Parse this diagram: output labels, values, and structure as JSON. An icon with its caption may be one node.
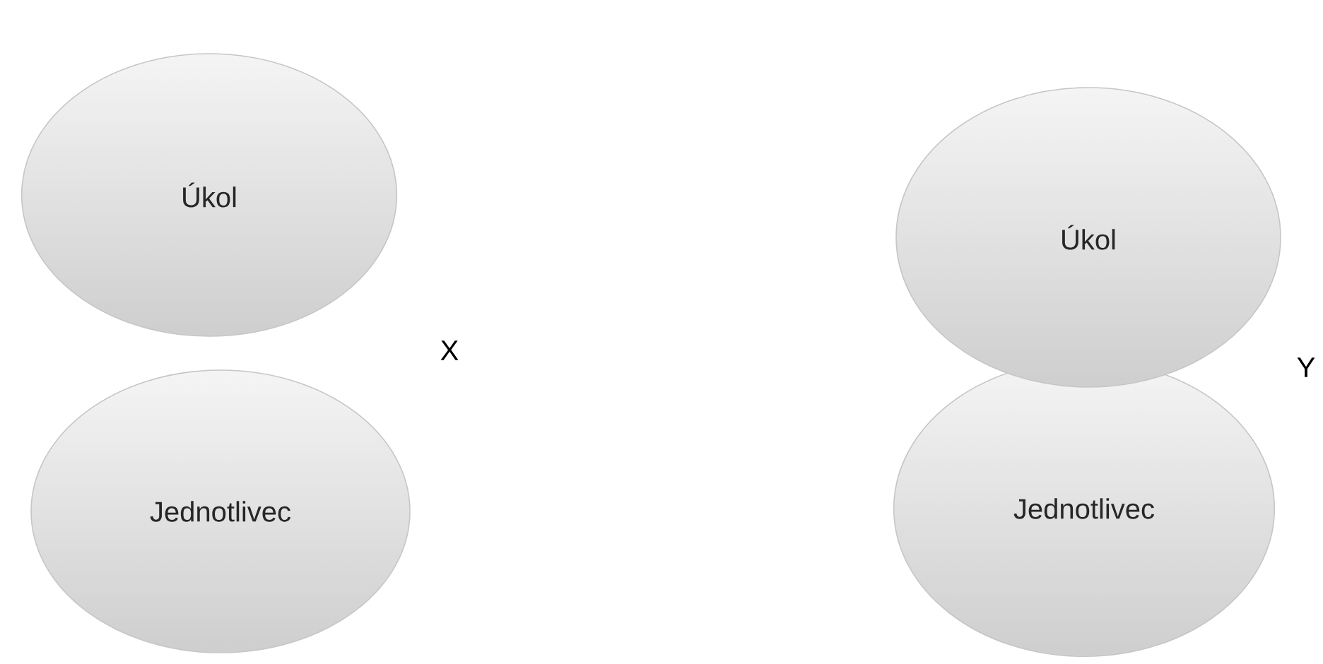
{
  "diagram": {
    "nodes": [
      {
        "text": [
          "Úkol"
        ]
      },
      {
        "text": [
          "Jednotlivec"
        ]
      },
      {
        "text": [
          "Úkol"
        ]
      },
      {
        "text": [
          "Jednotlivec"
        ]
      }
    ],
    "labels": [
      "X",
      "Y"
    ]
  }
}
